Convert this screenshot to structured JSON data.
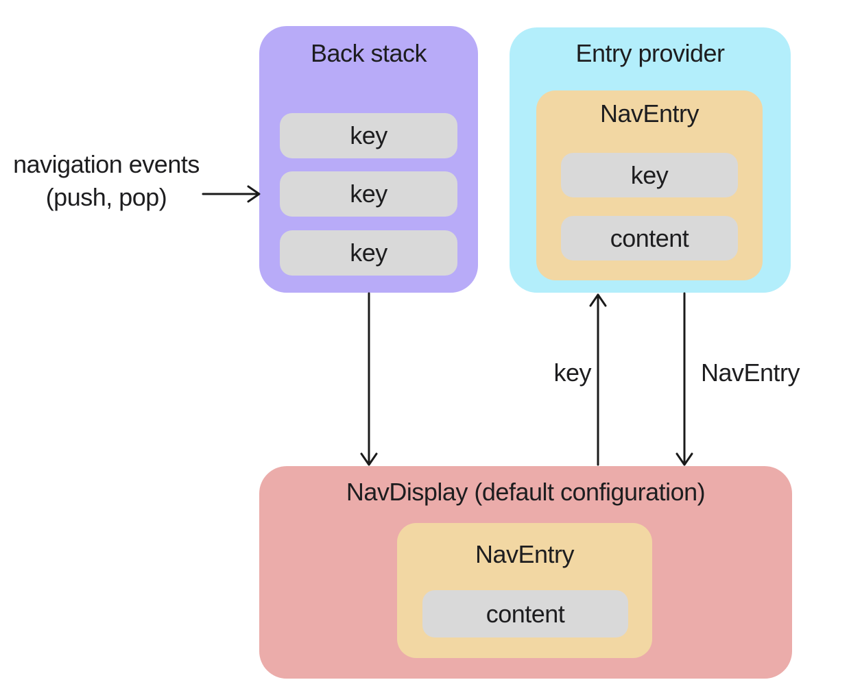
{
  "diagram": {
    "back_stack": {
      "title": "Back stack",
      "items": [
        "key",
        "key",
        "key"
      ]
    },
    "entry_provider": {
      "title": "Entry provider",
      "nav_entry": {
        "title": "NavEntry",
        "items": [
          "key",
          "content"
        ]
      }
    },
    "nav_display": {
      "title": "NavDisplay (default configuration)",
      "nav_entry": {
        "title": "NavEntry",
        "items": [
          "content"
        ]
      }
    },
    "labels": {
      "navigation_events_line1": "navigation events",
      "navigation_events_line2": "(push, pop)",
      "key_arrow": "key",
      "nav_entry_arrow": "NavEntry"
    },
    "colors": {
      "back_stack_bg": "#b8abf8",
      "entry_provider_bg": "#b3eefb",
      "nav_entry_bg": "#f2d7a3",
      "nav_display_bg": "#ebacaa",
      "pill_bg": "#d9d9d9",
      "arrow": "#1a1a1a",
      "text": "#1d1d1f"
    }
  }
}
